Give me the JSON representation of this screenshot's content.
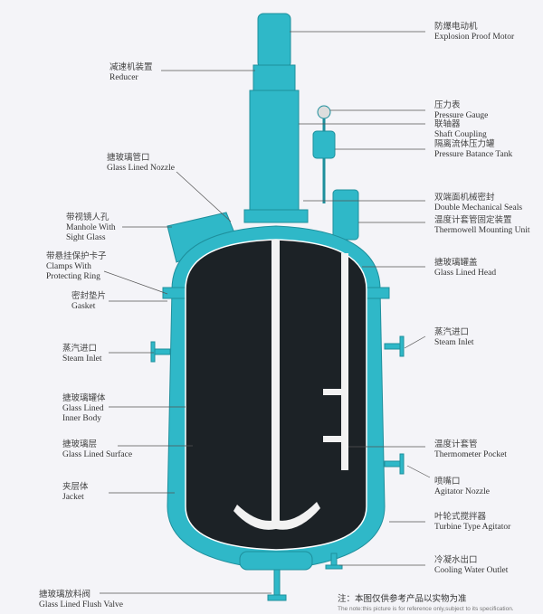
{
  "colors": {
    "vessel": "#2fb8c8",
    "interior": "#1c2226",
    "agitator": "#f2f2f2",
    "leader": "#555555"
  },
  "labels": {
    "reducer": {
      "zh": "减速机装置",
      "en": "Reducer"
    },
    "nozzle": {
      "zh": "搪玻璃管口",
      "en": "Glass Lined Nozzle"
    },
    "manhole": {
      "zh": "带视镜人孔",
      "en": "Manhole With",
      "en2": "Sight Glass"
    },
    "clamps": {
      "zh": "带悬挂保护卡子",
      "en": "Clamps With",
      "en2": "Protecting Ring"
    },
    "gasket": {
      "zh": "密封垫片",
      "en": "Gasket"
    },
    "steam_left": {
      "zh": "蒸汽进口",
      "en": "Steam  Inlet"
    },
    "inner_body": {
      "zh": "搪玻璃罐体",
      "en": "Glass Lined",
      "en2": "Inner Body"
    },
    "surface": {
      "zh": "搪玻璃层",
      "en": "Glass Lined Surface"
    },
    "jacket": {
      "zh": "夹层体",
      "en": "Jacket"
    },
    "flush_valve": {
      "zh": "搪玻璃放料阀",
      "en": "Glass Lined Flush Valve"
    },
    "motor": {
      "zh": "防爆电动机",
      "en": "Explosion Proof Motor"
    },
    "gauge": {
      "zh": "压力表",
      "en": "Pressure Gauge"
    },
    "coupling": {
      "zh": "联轴器",
      "en": "Shaft Coupling"
    },
    "balance_tank": {
      "zh": "隔离流体压力罐",
      "en": "Pressure Batance Tank"
    },
    "seals": {
      "zh": "双端面机械密封",
      "en": "Double Mechanical Seals"
    },
    "thermowell": {
      "zh": "温度计套管固定装置",
      "en": "Thermowell Mounting Unit"
    },
    "head": {
      "zh": "搪玻璃罐盖",
      "en": "Glass Lined Head"
    },
    "steam_right": {
      "zh": "蒸汽进口",
      "en": "Steam Inlet"
    },
    "thermo_pocket": {
      "zh": "温度计套管",
      "en": "Thermometer Pocket"
    },
    "agitator_nozzle": {
      "zh": "喷嘴口",
      "en": "Agitator Nozzle"
    },
    "turbine": {
      "zh": "叶轮式搅拌器",
      "en": "Turbine Type Agitator"
    },
    "cooling": {
      "zh": "冷凝水出口",
      "en": "Cooling Water Outlet"
    }
  },
  "note": {
    "zh": "注：本图仅供参考产品以实物为准",
    "en": "The note:this picture is for reference only,subject to its specification."
  }
}
